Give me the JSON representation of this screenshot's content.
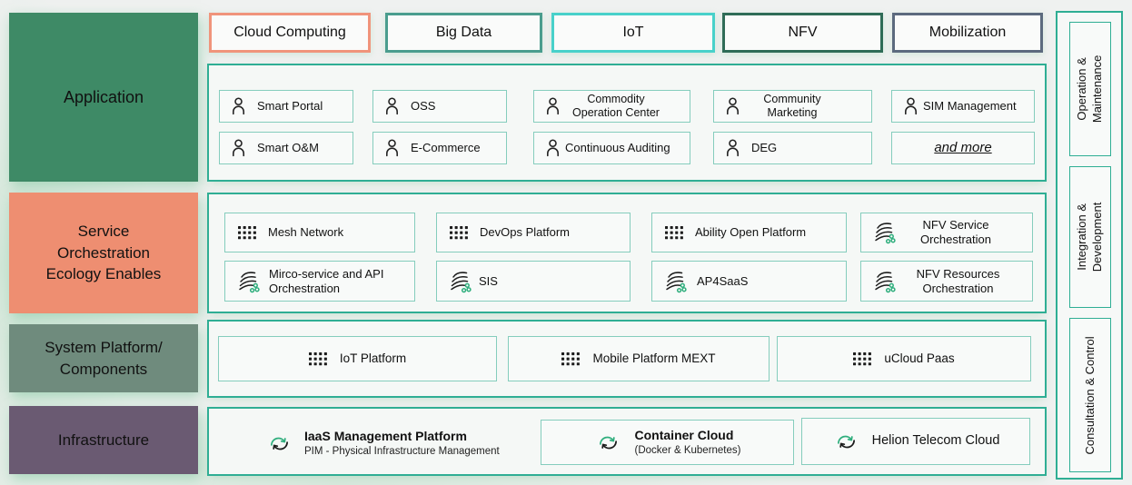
{
  "tabs": [
    {
      "label": "Cloud Computing",
      "border": "#f0947b"
    },
    {
      "label": "Big Data",
      "border": "#4a9d8e"
    },
    {
      "label": "IoT",
      "border": "#48d1ca"
    },
    {
      "label": "NFV",
      "border": "#2f6c57"
    },
    {
      "label": "Mobilization",
      "border": "#5c6a7e"
    }
  ],
  "left_blocks": [
    {
      "label": "Application",
      "color": "#3e8a66"
    },
    {
      "label": "Service Orchestration Ecology Enables",
      "color": "#ee8e71"
    },
    {
      "label": "System Platform/ Components",
      "color": "#6f8b7d"
    },
    {
      "label": "Infrastructure",
      "color": "#6a5a72"
    }
  ],
  "application": {
    "items": [
      {
        "label": "Smart Portal",
        "icon": "user-icon"
      },
      {
        "label": "OSS",
        "icon": "user-icon"
      },
      {
        "label": "Commodity Operation Center",
        "icon": "user-icon"
      },
      {
        "label": "Community Marketing",
        "icon": "user-icon"
      },
      {
        "label": "SIM Management",
        "icon": "user-icon"
      },
      {
        "label": "Smart O&M",
        "icon": "user-icon"
      },
      {
        "label": "E-Commerce",
        "icon": "user-icon"
      },
      {
        "label": "Continuous Auditing",
        "icon": "user-icon"
      },
      {
        "label": "DEG",
        "icon": "user-icon"
      },
      {
        "label": "and more",
        "icon": "none"
      }
    ]
  },
  "service": {
    "items": [
      {
        "label": "Mesh Network",
        "icon": "grid-icon"
      },
      {
        "label": "DevOps Platform",
        "icon": "grid-icon"
      },
      {
        "label": "Ability Open Platform",
        "icon": "grid-icon"
      },
      {
        "label": "NFV Service Orchestration",
        "icon": "flow-icon"
      },
      {
        "label": "Mirco-service and API Orchestration",
        "icon": "flow-icon"
      },
      {
        "label": "SIS",
        "icon": "flow-icon"
      },
      {
        "label": "AP4SaaS",
        "icon": "flow-icon"
      },
      {
        "label": "NFV Resources Orchestration",
        "icon": "flow-icon"
      }
    ]
  },
  "system": {
    "items": [
      {
        "label": "IoT Platform",
        "icon": "grid-icon"
      },
      {
        "label": "Mobile Platform MEXT",
        "icon": "grid-icon"
      },
      {
        "label": "uCloud Paas",
        "icon": "grid-icon"
      }
    ]
  },
  "infrastructure": {
    "items": [
      {
        "title": "IaaS Management Platform",
        "subtitle": "PIM - Physical Infrastructure Management",
        "icon": "cloud-sync-icon"
      },
      {
        "title": "Container Cloud",
        "subtitle": "(Docker & Kubernetes)",
        "icon": "cloud-sync-icon"
      },
      {
        "title": "Helion Telecom Cloud",
        "subtitle": "",
        "icon": "cloud-sync-icon"
      }
    ]
  },
  "sidebar": {
    "items": [
      {
        "label": "Operation & Maintenance"
      },
      {
        "label": "Integration & Development"
      },
      {
        "label": "Consultation & Control"
      }
    ]
  },
  "colors": {
    "section_border": "#2fae94",
    "item_border": "#85cdbd",
    "icon_accent_green": "#2fae7d",
    "background": "#eff1f0"
  }
}
